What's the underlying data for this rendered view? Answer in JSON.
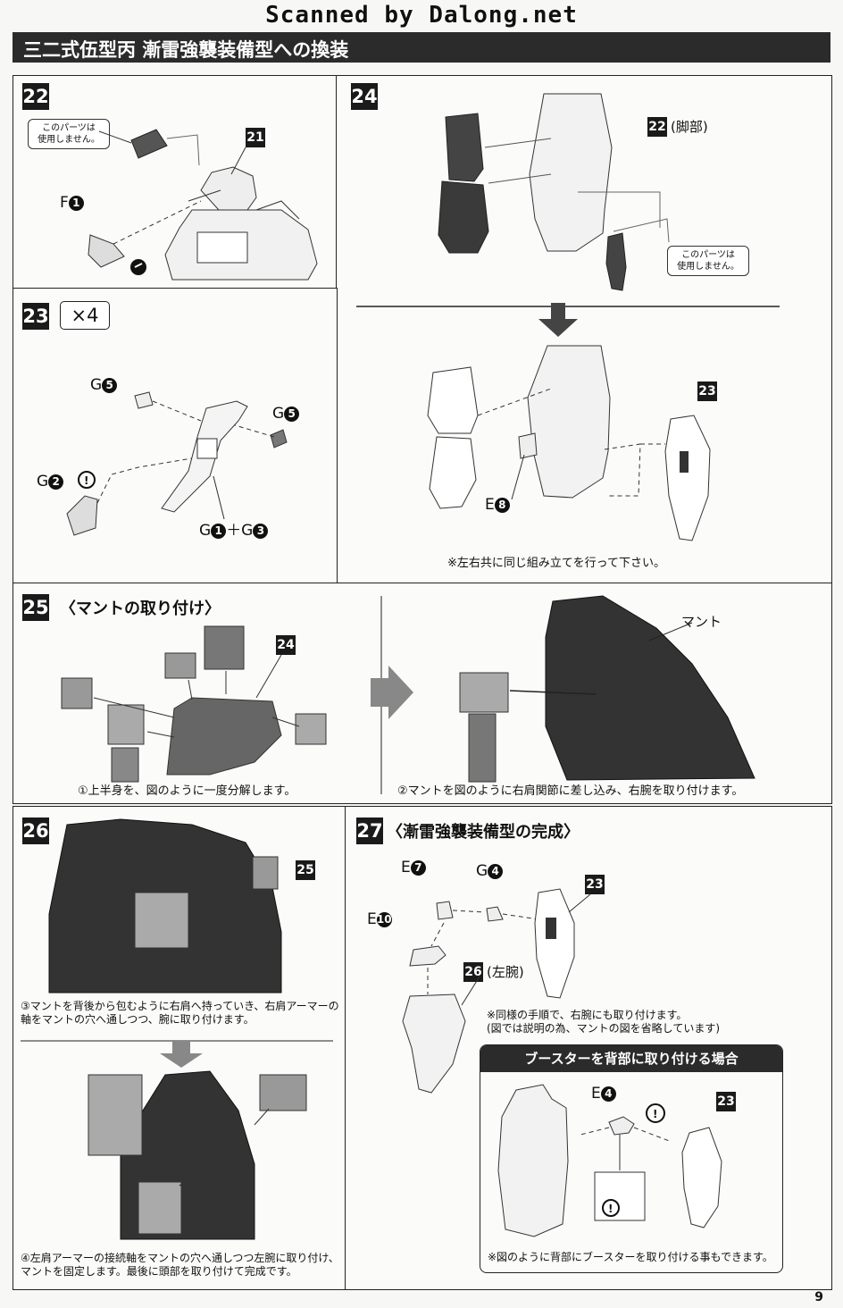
{
  "watermark": "Scanned by Dalong.net",
  "title": "三二式伍型丙 漸雷強襲装備型への換装",
  "steps": {
    "s22": {
      "number": "22",
      "callout": "このパーツは\n使用しません。",
      "ref": "21",
      "part_f1": "F",
      "part_f1_num": "1"
    },
    "s23": {
      "number": "23",
      "multiplier": "×4",
      "g5a": "G",
      "g5a_num": "5",
      "g5b": "G",
      "g5b_num": "5",
      "g2": "G",
      "g2_num": "2",
      "g1": "G",
      "g1_num": "1",
      "plus": "＋G",
      "g3_num": "3"
    },
    "s24": {
      "number": "24",
      "ref_leg": "22",
      "ref_leg_label": "(脚部)",
      "callout": "このパーツは\n使用しません。",
      "ref_23": "23",
      "e8": "E",
      "e8_num": "8",
      "note": "※左右共に同じ組み立てを行って下さい。"
    },
    "s25": {
      "number": "25",
      "heading": "〈マントの取り付け〉",
      "ref_24": "24",
      "cape_label": "マント",
      "caption1": "①上半身を、図のように一度分解します。",
      "caption2": "②マントを図のように右肩関節に差し込み、右腕を取り付けます。"
    },
    "s26": {
      "number": "26",
      "ref_25": "25",
      "caption3": "③マントを背後から包むように右肩へ持っていき、右肩アーマーの\n軸をマントの穴へ通しつつ、腕に取り付けます。",
      "caption4": "④左肩アーマーの接続軸をマントの穴へ通しつつ左腕に取り付け、\nマントを固定します。最後に頭部を取り付けて完成です。"
    },
    "s27": {
      "number": "27",
      "heading": "〈漸雷強襲装備型の完成〉",
      "e7": "E",
      "e7_num": "7",
      "g4": "G",
      "g4_num": "4",
      "e10": "E",
      "e10_num": "10",
      "ref_23": "23",
      "ref_26": "26",
      "ref_26_label": "(左腕)",
      "note": "※同様の手順で、右腕にも取り付けます。\n(図では説明の為、マントの図を省略しています)",
      "box_title": "ブースターを背部に取り付ける場合",
      "e4": "E",
      "e4_num": "4",
      "box_ref_23": "23",
      "box_note": "※図のように背部にブースターを取り付ける事もできます。"
    }
  },
  "page_number": "9"
}
